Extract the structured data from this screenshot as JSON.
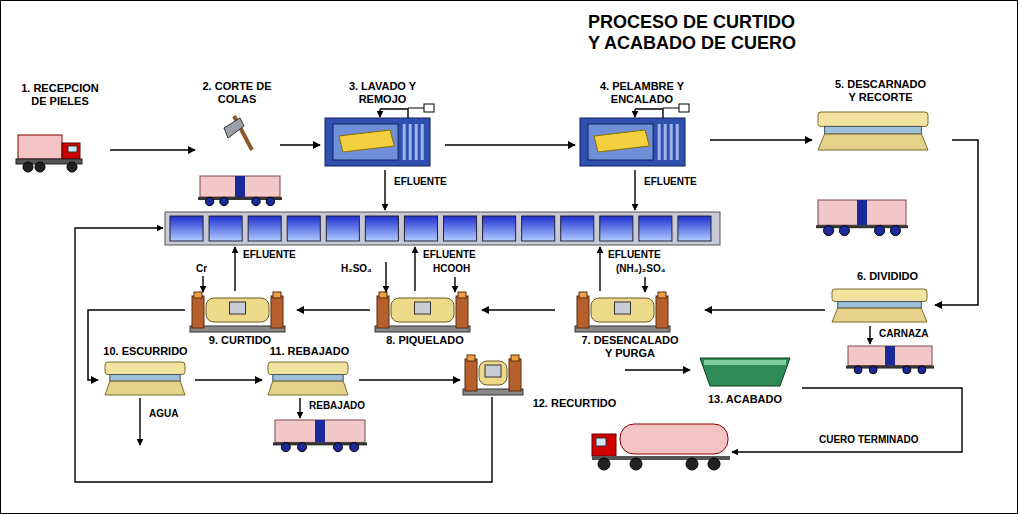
{
  "diagram": {
    "title": "PROCESO DE CURTIDO Y ACABADO DE CUERO",
    "nodes": [
      {
        "text": [
          "1. RECEPCION DE PIELES"
        ]
      },
      {
        "text": [
          "2. CORTE DE COLAS"
        ]
      },
      {
        "text": [
          "3. LAVADO Y REMOJO"
        ]
      },
      {
        "text": [
          "4. PELAMBRE Y ENCALADO"
        ]
      },
      {
        "text": [
          "5. DESCARNADO Y RECORTE"
        ]
      },
      {
        "text": [
          "6. DIVIDIDO"
        ]
      },
      {
        "text": [
          "7. DESENCALADO Y PURGA"
        ]
      },
      {
        "text": [
          "8. PIQUELADO"
        ]
      },
      {
        "text": [
          "9. CURTIDO"
        ]
      },
      {
        "text": [
          "10. ESCURRIDO"
        ]
      },
      {
        "text": [
          "11. REBAJADO"
        ]
      },
      {
        "text": [
          "12. RECURTIDO"
        ]
      },
      {
        "text": [
          "13. ACABADO"
        ]
      }
    ],
    "edges": [
      {
        "from": 0,
        "to": 1,
        "arrow": "to"
      },
      {
        "from": 1,
        "to": 2,
        "arrow": "to"
      },
      {
        "from": 2,
        "to": 3,
        "arrow": "to"
      },
      {
        "from": 3,
        "to": 4,
        "arrow": "to"
      },
      {
        "from": 4,
        "to": 5,
        "arrow": "to"
      },
      {
        "from": 5,
        "to": 6,
        "arrow": "to"
      },
      {
        "from": 6,
        "to": 7,
        "arrow": "to"
      },
      {
        "from": 7,
        "to": 8,
        "arrow": "to"
      },
      {
        "from": 8,
        "to": 9,
        "arrow": "to"
      },
      {
        "from": 9,
        "to": 10,
        "arrow": "to"
      },
      {
        "from": 10,
        "to": 11,
        "arrow": "to"
      },
      {
        "from": 11,
        "to": 12,
        "arrow": "to"
      }
    ],
    "labels": [
      "EFLUENTE",
      "EFLUENTE",
      "EFLUENTE",
      "EFLUENTE",
      "EFLUENTE",
      "Cr",
      "H₂SO₄",
      "HCOOH",
      "(NH₄)₂SO₄",
      "CARNAZA",
      "REBAJADO",
      "AGUA",
      "CUERO TERMINADO"
    ]
  }
}
